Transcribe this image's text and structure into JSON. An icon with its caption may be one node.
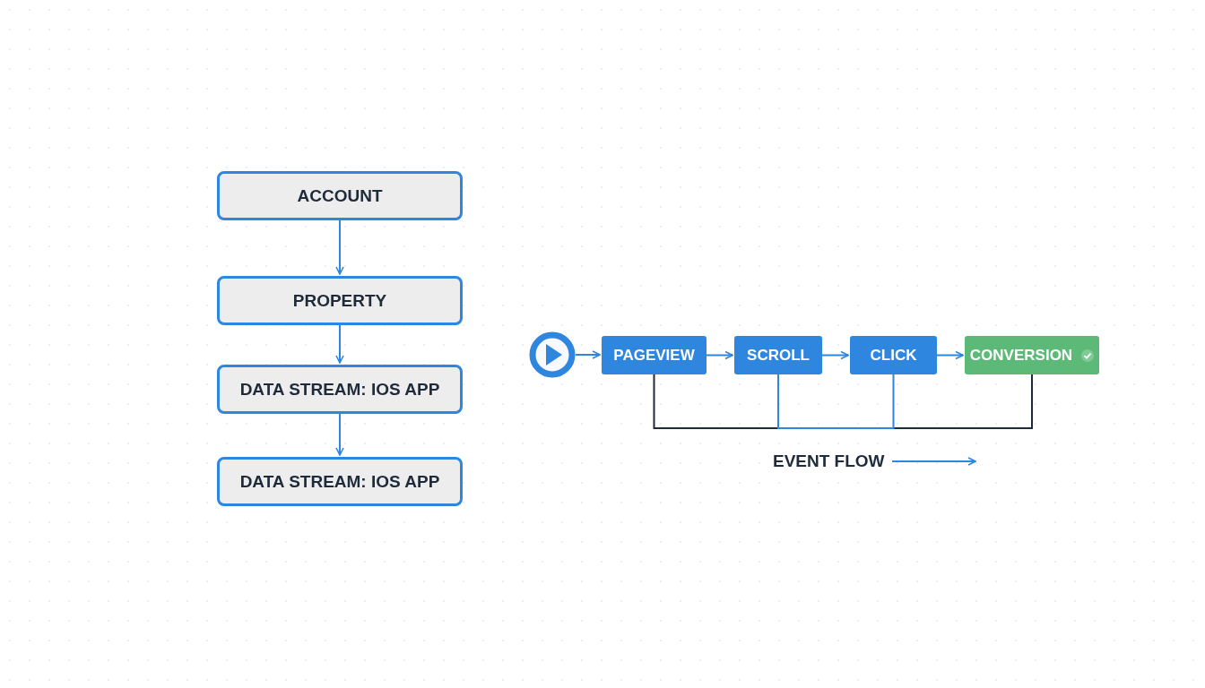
{
  "diagram": {
    "nodes": [
      {
        "text": [
          "ACCOUNT"
        ]
      },
      {
        "text": [
          "PROPERTY"
        ]
      },
      {
        "text": [
          "DATA STREAM: IOS APP"
        ]
      },
      {
        "text": [
          "DATA STREAM: IOS APP"
        ]
      },
      {
        "text": [],
        "shape": "circle"
      },
      {
        "text": [
          "PAGEVIEW"
        ]
      },
      {
        "text": [
          "SCROLL"
        ]
      },
      {
        "text": [
          "CLICK"
        ]
      },
      {
        "text": [
          "CONVERSION"
        ]
      }
    ],
    "edges": [
      {
        "from": 0,
        "to": 1,
        "arrow": "to"
      },
      {
        "from": 1,
        "to": 2,
        "arrow": "to"
      },
      {
        "from": 2,
        "to": 3,
        "arrow": "to"
      },
      {
        "from": 4,
        "to": 5,
        "arrow": "to"
      },
      {
        "from": 5,
        "to": 6,
        "arrow": "to"
      },
      {
        "from": 6,
        "to": 7,
        "arrow": "to"
      },
      {
        "from": 7,
        "to": 8,
        "arrow": "to"
      },
      {
        "from": 5,
        "to": 8,
        "arrow": "none",
        "color": "#1f2a3a"
      },
      {
        "from": 6,
        "to": 7,
        "arrow": "none"
      }
    ],
    "labels": [
      "EVENT FLOW"
    ]
  }
}
